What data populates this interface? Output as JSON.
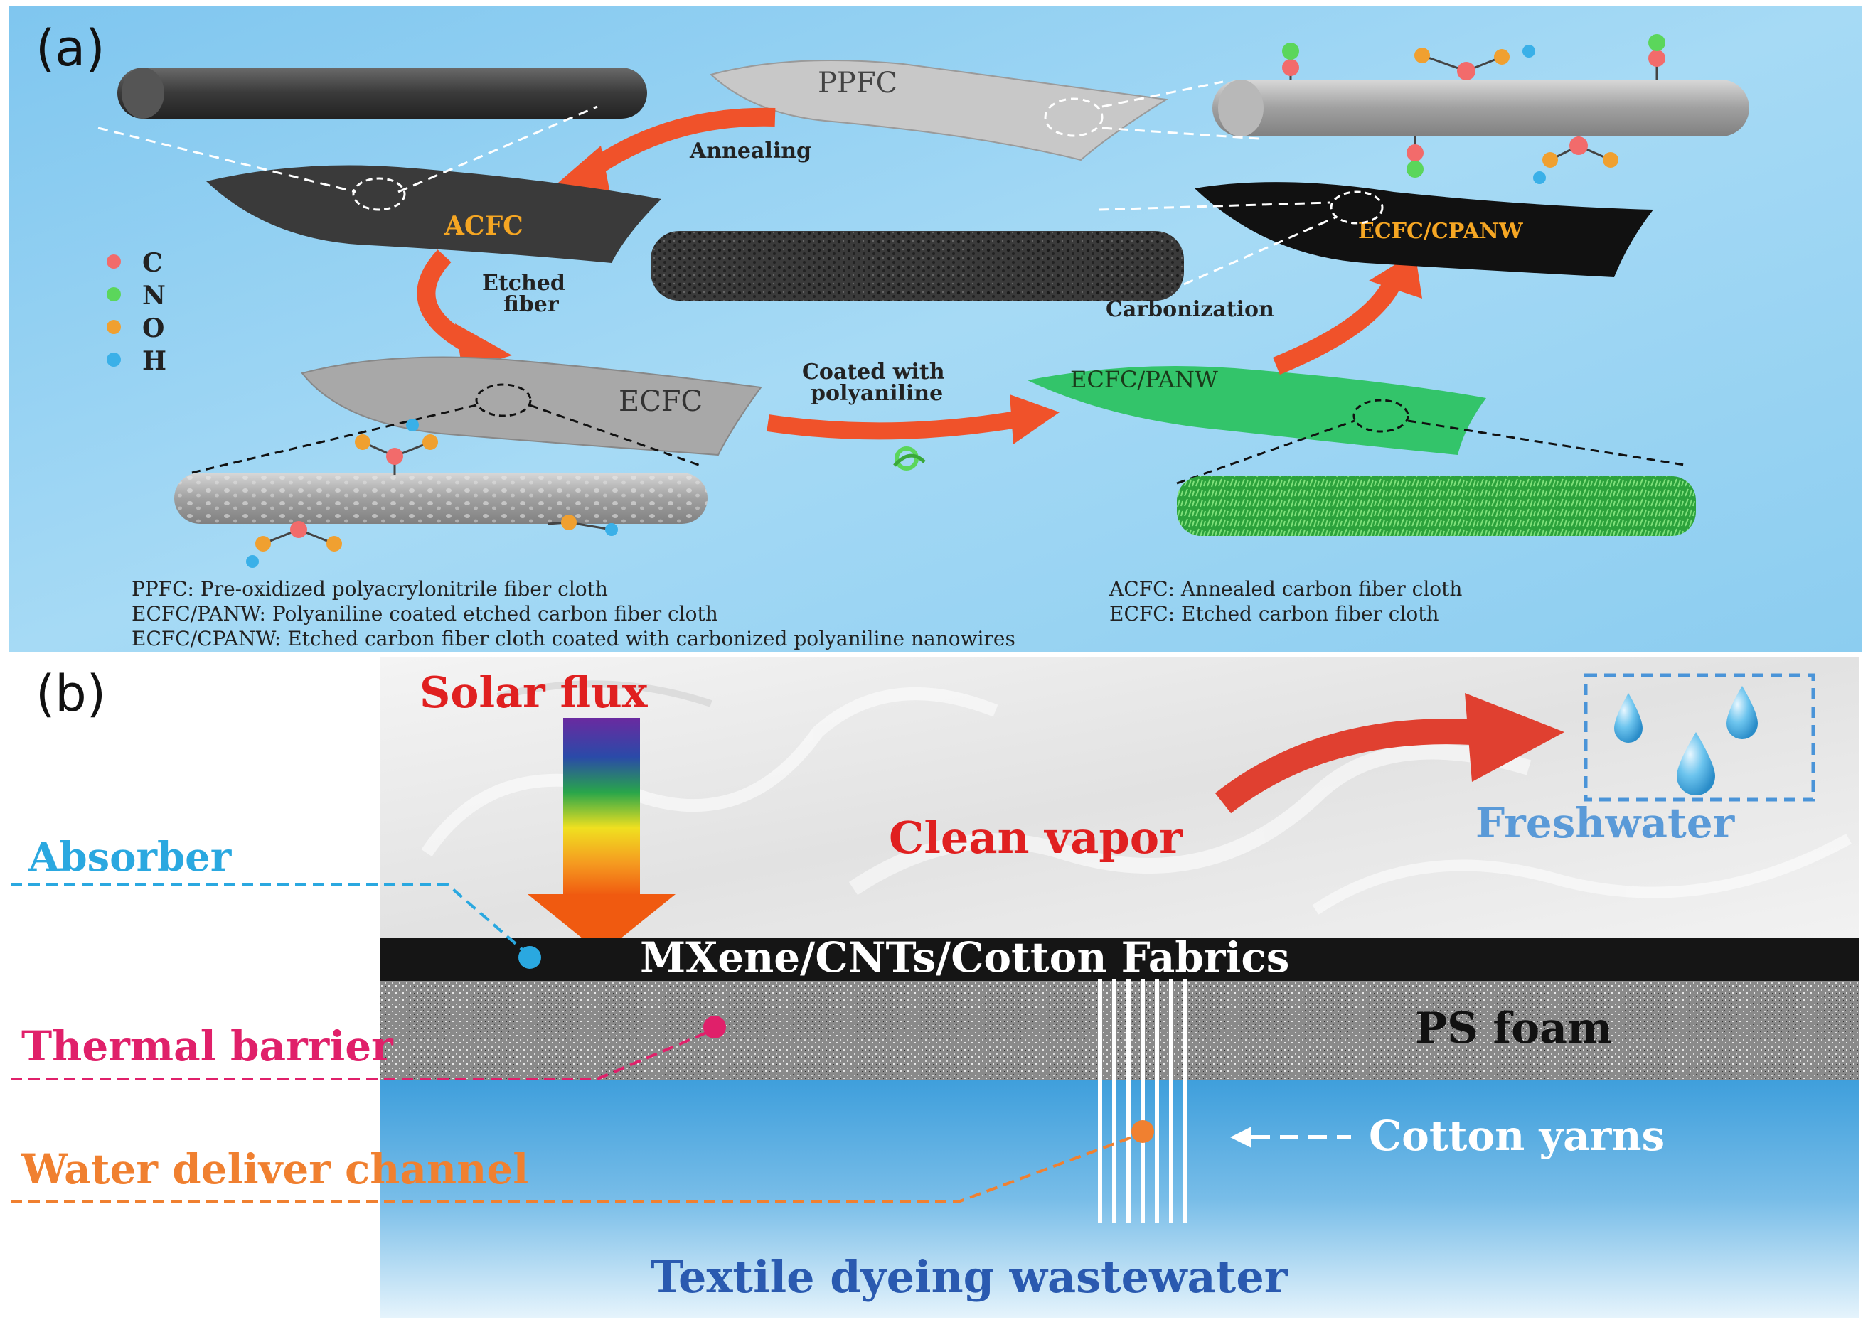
{
  "panel_a": {
    "label": "(a)",
    "materials": {
      "ppfc": "PPFC",
      "acfc": "ACFC",
      "ecfc": "ECFC",
      "ecfc_panw": "ECFC/PANW",
      "ecfc_cpanw": "ECFC/CPANW"
    },
    "steps": {
      "annealing": "Annealing",
      "etched_line1": "Etched",
      "etched_line2": "fiber",
      "coated_line1": "Coated with",
      "coated_line2": "polyaniline",
      "carbonization": "Carbonization"
    },
    "legend": [
      {
        "symbol": "C",
        "color": "#f26b6b"
      },
      {
        "symbol": "N",
        "color": "#5bd65b"
      },
      {
        "symbol": "O",
        "color": "#f0a030"
      },
      {
        "symbol": "H",
        "color": "#3ab0e8"
      }
    ],
    "definitions": {
      "ppfc": "PPFC: Pre-oxidized polyacrylonitrile fiber cloth",
      "acfc": "ACFC: Annealed carbon fiber cloth",
      "ecfc_panw": "ECFC/PANW: Polyaniline coated etched carbon fiber cloth",
      "ecfc": "ECFC: Etched carbon fiber cloth",
      "ecfc_cpanw": "ECFC/CPANW: Etched carbon fiber cloth coated with carbonized polyaniline nanowires"
    },
    "colors": {
      "background": "#8ccdf0",
      "arrow": "#f0522a",
      "panw": "#33c46a"
    }
  },
  "panel_b": {
    "label": "(b)",
    "solar_flux": "Solar flux",
    "clean_vapor": "Clean vapor",
    "freshwater": "Freshwater",
    "absorber": "Absorber",
    "absorber_layer": "MXene/CNTs/Cotton Fabrics",
    "thermal_barrier": "Thermal barrier",
    "ps_foam": "PS foam",
    "water_channel": "Water deliver channel",
    "cotton_yarns": "Cotton yarns",
    "wastewater": "Textile dyeing wastewater",
    "colors": {
      "absorber": "#2aa8e0",
      "thermal": "#e0206a",
      "water": "#f08030",
      "solar": "#e02020",
      "wastewater": "#2a5ab0"
    }
  }
}
